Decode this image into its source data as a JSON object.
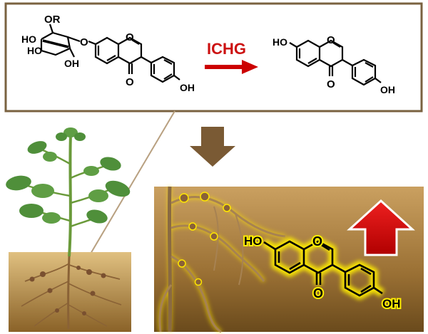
{
  "reaction": {
    "enzyme": "ICHG",
    "substrate": {
      "labels": {
        "r_group": "OR",
        "ho_top": "HO",
        "ho_bottom": "HO",
        "oh_sugar": "OH",
        "ring_o": "O",
        "carbonyl_o": "O",
        "oh_phenyl": "OH"
      }
    },
    "product": {
      "labels": {
        "ho": "HO",
        "ring_o": "O",
        "carbonyl_o": "O",
        "oh_phenyl": "OH"
      }
    }
  },
  "highlight": {
    "labels": {
      "ho": "HO",
      "ring_o": "O",
      "carbonyl_o": "O",
      "oh_phenyl": "OH"
    },
    "trend": "increase"
  },
  "colors": {
    "enzyme_red": "#cc1111",
    "arrow_red": "#cc0000",
    "down_arrow_brown": "#7a5a34",
    "box_border": "#7a6240",
    "glow_yellow": "#ffee00",
    "soil_light": "#d9b878",
    "soil_dark": "#7a5520",
    "leaf_green": "#4f8f3a"
  }
}
